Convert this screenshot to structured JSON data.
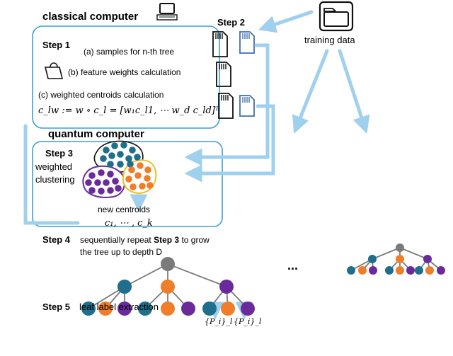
{
  "labels": {
    "classical_computer": "classical computer",
    "quantum_computer": "quantum computer",
    "training_data": "training data",
    "step1": "Step 1",
    "step2": "Step 2",
    "step3": "Step 3",
    "step4": "Step 4",
    "step5": "Step 5",
    "samples_a": "(a) samples for n-th tree",
    "feature_weights_b": "(b) feature weights calculation",
    "weighted_centroids_c": "(c) weighted centroids calculation",
    "formula": "c_lw := w ∘ c_l = [w₁c_l1, ⋯ w_d c_ld]ᵀ",
    "weighted_clustering_1": "weighted",
    "weighted_clustering_2": "clustering",
    "new_centroids": "new centroids",
    "centroids_list": "c₁, ⋯ , c_k",
    "step4_text_1": "sequentially repeat",
    "step4_text_step3": "Step 3",
    "step4_text_2": "to grow",
    "step4_text_3": "the tree up to depth D",
    "leaf_label_extraction": "leaf label extraction",
    "leaf_set": "{P_i}_l",
    "ellipsis": "..."
  },
  "colors": {
    "box_border": "#3a9fd6",
    "arrow": "#9fd0ee",
    "teal": "#1e6e8c",
    "orange": "#ef7d2a",
    "purple": "#6a2a9c",
    "gray": "#7a7a7a",
    "tree_edge": "#7a7a7a",
    "sd_blue": "#3f6fb5"
  },
  "icons": [
    "computer-icon",
    "folder-icon",
    "weight-icon",
    "sd-card-icon"
  ]
}
